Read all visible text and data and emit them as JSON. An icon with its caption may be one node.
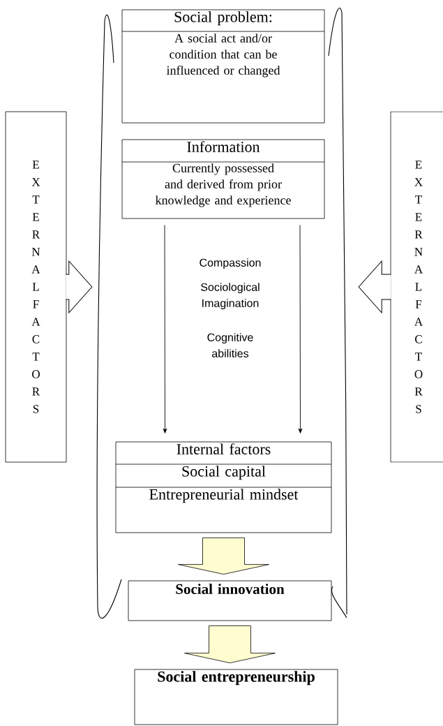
{
  "diagram": {
    "nodes": [
      {
        "text": [],
        "shape": "bracket"
      },
      {
        "text": [
          "Social problem:",
          "A social act and/or condition that can be influenced or changed"
        ],
        "in": 0
      },
      {
        "text": [
          "E X T E R N A L F A C T O R S"
        ]
      },
      {
        "text": [
          "Information",
          "Currently possessed and derived from prior knowledge and experience"
        ],
        "in": 0
      },
      {
        "text": [
          "E X T E R N A L F A C T O R S"
        ]
      },
      {
        "text": [
          "Internal factors",
          "Social capital",
          "Entrepreneurial mindset"
        ],
        "in": 0
      },
      {
        "text": [
          "Social innovation"
        ],
        "in": 0
      },
      {
        "text": [
          "Social entrepreneurship"
        ]
      }
    ],
    "edges": [
      {
        "from": 2,
        "to": 0,
        "arrow": "to",
        "style": "thick"
      },
      {
        "from": 4,
        "to": 0,
        "arrow": "to",
        "style": "thick"
      },
      {
        "from": 3,
        "to": 5,
        "arrow": "to"
      },
      {
        "from": 3,
        "to": 5,
        "arrow": "to"
      },
      {
        "from": 5,
        "to": 6,
        "arrow": "to",
        "style": "thick",
        "color": "#fffdd0"
      },
      {
        "from": 6,
        "to": 7,
        "arrow": "to",
        "style": "thick",
        "color": "#fffdd0"
      }
    ],
    "labels": [
      "Compassion",
      "Sociological Imagination",
      "Cognitive abilities"
    ]
  }
}
